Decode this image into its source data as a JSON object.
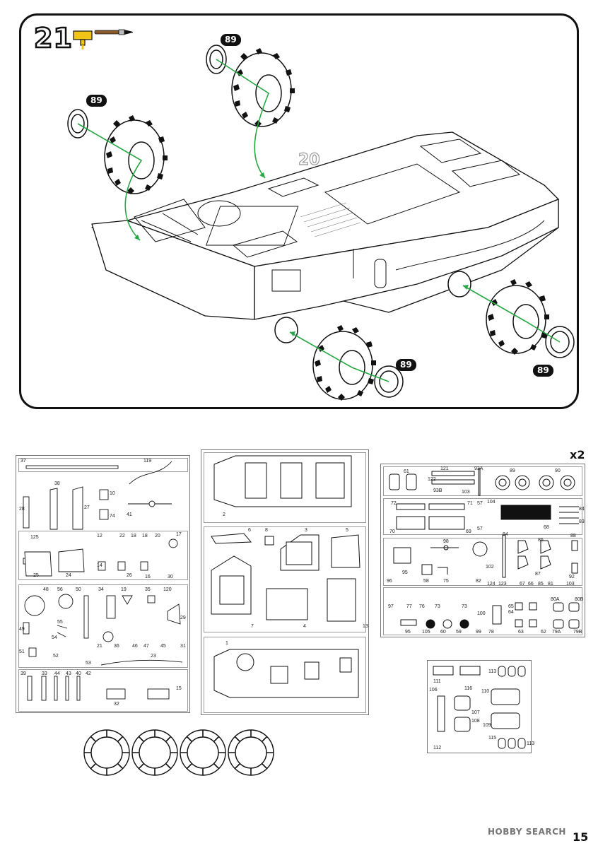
{
  "step": {
    "number": "21",
    "reference_step": "20",
    "callouts": [
      "89",
      "89",
      "89",
      "89"
    ]
  },
  "icons": [
    "glue-tube-icon",
    "paint-brush-icon"
  ],
  "sprue_sheet": {
    "multiplier": "x2"
  },
  "sprue_a_labels": [
    "37",
    "119",
    "38",
    "10",
    "28",
    "27",
    "74",
    "41",
    "125",
    "12",
    "22",
    "18",
    "18",
    "20",
    "17",
    "14",
    "26",
    "16",
    "30",
    "25",
    "24",
    "48",
    "56",
    "50",
    "34",
    "19",
    "35",
    "120",
    "55",
    "29",
    "49",
    "54",
    "46",
    "47",
    "45",
    "31",
    "51",
    "21",
    "36",
    "52",
    "53",
    "23",
    "39",
    "33",
    "44",
    "43",
    "40",
    "42",
    "15",
    "32"
  ],
  "sprue_b_labels": [
    "2",
    "6",
    "8",
    "3",
    "5",
    "7",
    "4",
    "13",
    "1"
  ],
  "sprue_c_labels": [
    "61",
    "121",
    "93A",
    "122",
    "93B",
    "103",
    "89",
    "90",
    "72",
    "71",
    "57",
    "84",
    "83",
    "68",
    "70",
    "69",
    "57",
    "104",
    "86",
    "88",
    "98",
    "94",
    "95",
    "96",
    "58",
    "75",
    "102",
    "82",
    "87",
    "92",
    "124",
    "123",
    "67",
    "66",
    "85",
    "81",
    "103",
    "97",
    "77",
    "76",
    "73",
    "73",
    "100",
    "80A",
    "80B",
    "65",
    "64",
    "63",
    "62",
    "79A",
    "79B",
    "95",
    "105",
    "60",
    "59",
    "99",
    "78"
  ],
  "sprue_d_labels": [
    "113",
    "111",
    "116",
    "110",
    "106",
    "107",
    "108",
    "109",
    "112",
    "115",
    "113"
  ],
  "footer": {
    "watermark": "HOBBY SEARCH",
    "page": "15"
  }
}
